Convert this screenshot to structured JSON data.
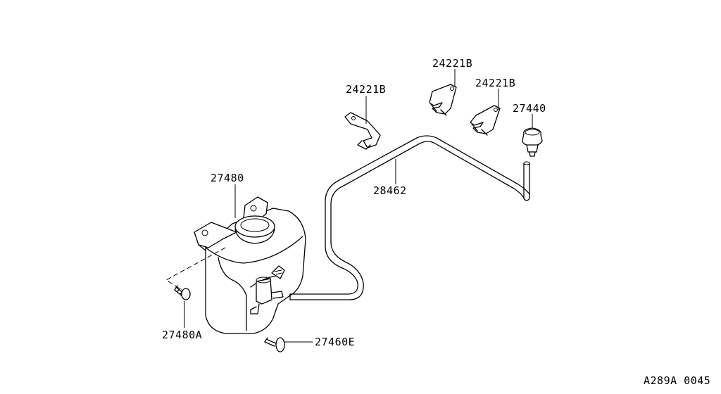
{
  "parts": [
    {
      "id": "bracket-left",
      "number": "24221B"
    },
    {
      "id": "bracket-top",
      "number": "24221B"
    },
    {
      "id": "bracket-right",
      "number": "24221B"
    },
    {
      "id": "nozzle",
      "number": "27440"
    },
    {
      "id": "tank",
      "number": "27480"
    },
    {
      "id": "hose",
      "number": "28462"
    },
    {
      "id": "bolt",
      "number": "27480A"
    },
    {
      "id": "clip",
      "number": "27460E"
    }
  ],
  "diagram_code": "A289A 0045"
}
